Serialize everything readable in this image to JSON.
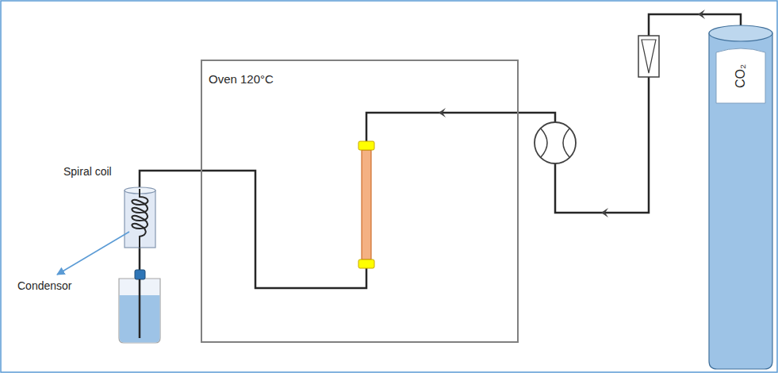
{
  "diagram": {
    "nodes": [
      {
        "text": [
          "Oven 120°C"
        ]
      },
      {
        "text": [
          "CO₂"
        ]
      }
    ],
    "labels": [
      "Spiral coil",
      "Condensor"
    ]
  }
}
